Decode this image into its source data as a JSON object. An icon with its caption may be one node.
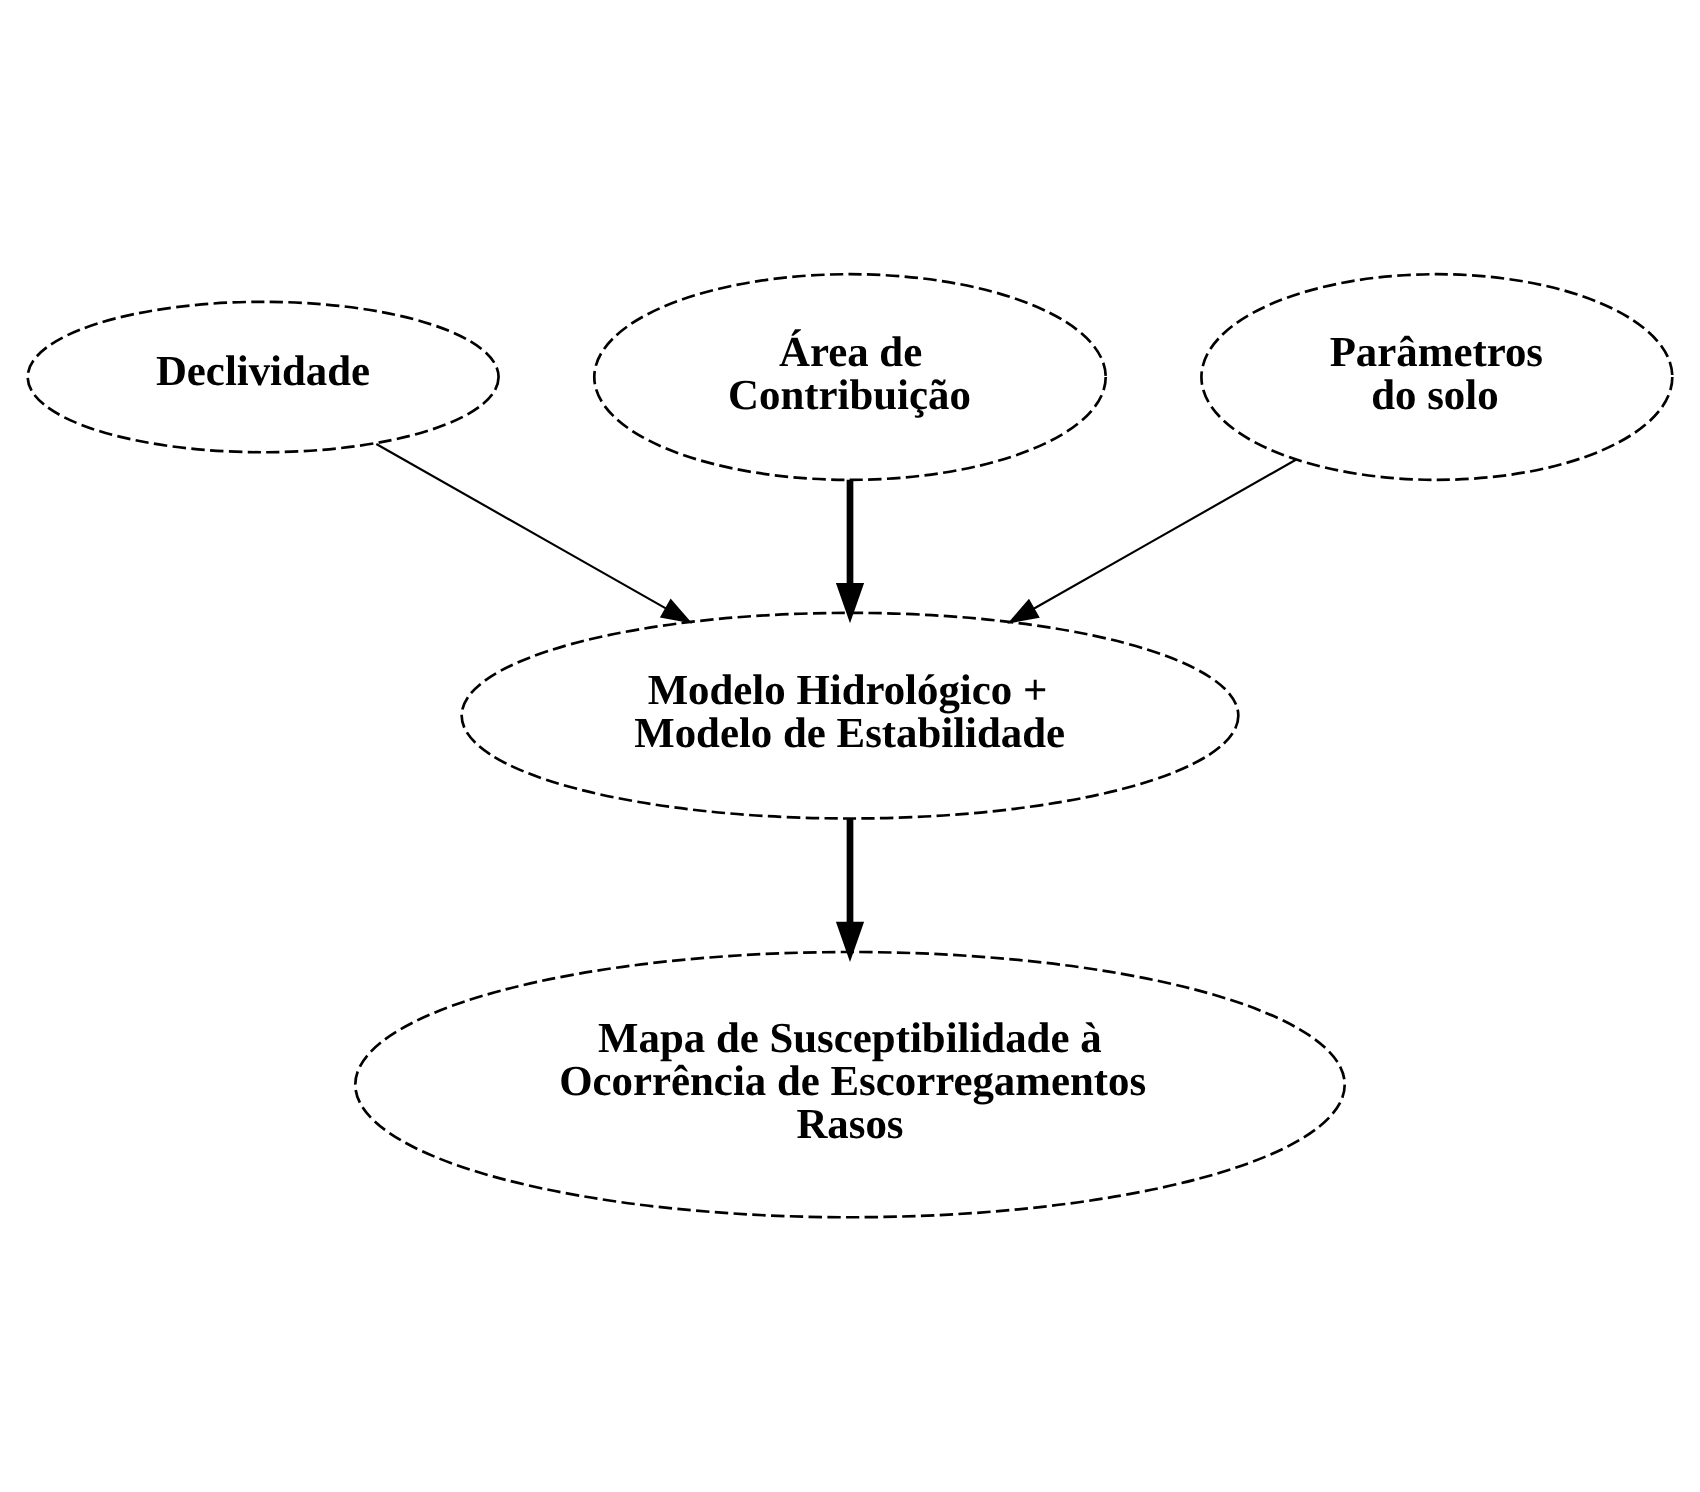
{
  "diagram": {
    "nodes": [
      {
        "text": [
          "Declividade"
        ]
      },
      {
        "text": [
          "Área de Contribuição"
        ]
      },
      {
        "text": [
          "Parâmetros do solo"
        ]
      },
      {
        "text": [
          "Modelo Hidrológico + Modelo de Estabilidade"
        ]
      },
      {
        "text": [
          "Mapa de Susceptibilidade à Ocorrência de Escorregamentos Rasos"
        ]
      }
    ],
    "edges": [
      {
        "from": 0,
        "to": 3,
        "arrow": "to"
      },
      {
        "from": 1,
        "to": 3,
        "arrow": "to",
        "style": "thick"
      },
      {
        "from": 2,
        "to": 3,
        "arrow": "to"
      },
      {
        "from": 3,
        "to": 4,
        "arrow": "to",
        "style": "thick"
      }
    ]
  }
}
